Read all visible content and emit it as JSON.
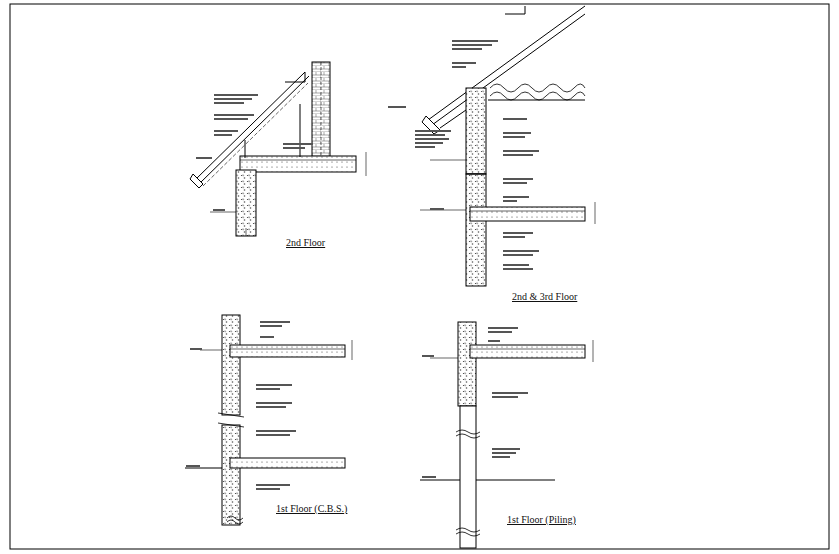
{
  "diagram": {
    "labels": [
      "2nd Floor",
      "2nd & 3rd Floor",
      "1st Floor (C.B.S.)",
      "1st Floor (Piling)"
    ]
  }
}
